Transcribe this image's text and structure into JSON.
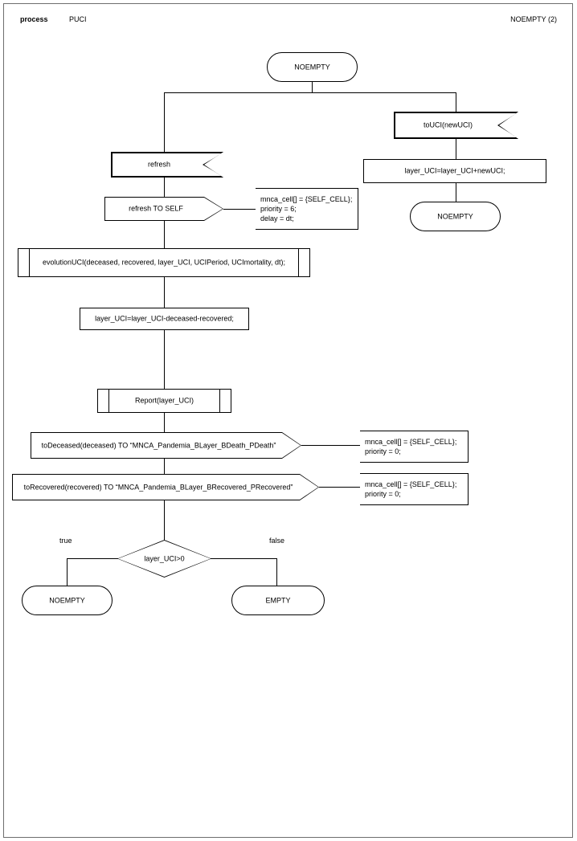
{
  "header": {
    "kind": "process",
    "name": "PUCI",
    "state_ref": "NOEMPTY (2)"
  },
  "diagram": {
    "type": "sdl-process",
    "start_state": {
      "label": "NOEMPTY"
    },
    "branches": {
      "left": {
        "input": {
          "label": "refresh"
        },
        "output": {
          "label": "refresh TO SELF"
        },
        "output_comment": {
          "text": "mnca_cell[] = {SELF_CELL};\npriority = 6;\ndelay = dt;"
        }
      },
      "right": {
        "input": {
          "label": "toUCI(newUCI)"
        },
        "task": {
          "label": "layer_UCI=layer_UCI+newUCI;"
        },
        "state": {
          "label": "NOEMPTY"
        }
      }
    },
    "main": {
      "procedure_call_1": {
        "label": "evolutionUCI(deceased, recovered, layer_UCI, UCIPeriod, UCImortality, dt);"
      },
      "task_1": {
        "label": "layer_UCI=layer_UCI-deceased-recovered;"
      },
      "procedure_call_2": {
        "label": "Report(layer_UCI)"
      },
      "output_1": {
        "label": "toDeceased(deceased) TO “MNCA_Pandemia_BLayer_BDeath_PDeath”"
      },
      "output_1_comment": {
        "text": "mnca_cell[] = {SELF_CELL};\npriority = 0;"
      },
      "output_2": {
        "label": "toRecovered(recovered) TO “MNCA_Pandemia_BLayer_BRecovered_PRecovered”"
      },
      "output_2_comment": {
        "text": "mnca_cell[] = {SELF_CELL};\npriority = 0;"
      },
      "decision": {
        "label": "layer_UCI>0",
        "true_label": "true",
        "false_label": "false",
        "true_state": {
          "label": "NOEMPTY"
        },
        "false_state": {
          "label": "EMPTY"
        }
      }
    },
    "colors": {
      "line": "#000000",
      "frame": "#6e6e6e",
      "background": "#ffffff",
      "text": "#000000"
    }
  }
}
